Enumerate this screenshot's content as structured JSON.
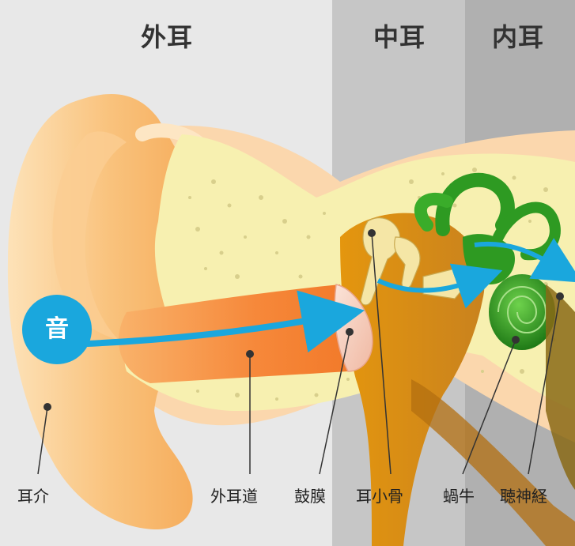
{
  "regions": {
    "outer_ear": "外耳",
    "middle_ear": "中耳",
    "inner_ear": "内耳"
  },
  "sound": "音",
  "labels": {
    "pinna": "耳介",
    "ear_canal": "外耳道",
    "eardrum": "鼓膜",
    "ossicles": "耳小骨",
    "cochlea": "蝸牛",
    "auditory_nerve": "聴神経"
  },
  "colors": {
    "outer_bg": "#e8e8e8",
    "middle_bg": "#c6c6c6",
    "inner_bg": "#b0b0b0",
    "skin": "#f7b86a",
    "skin_light": "#fde0b5",
    "bone": "#f7f0b0",
    "canal": "#f6883a",
    "middle_cavity": "#d98a1f",
    "labyrinth": "#2e9a22",
    "arrow": "#1aa7dd",
    "nerve": "#8a6a16"
  }
}
